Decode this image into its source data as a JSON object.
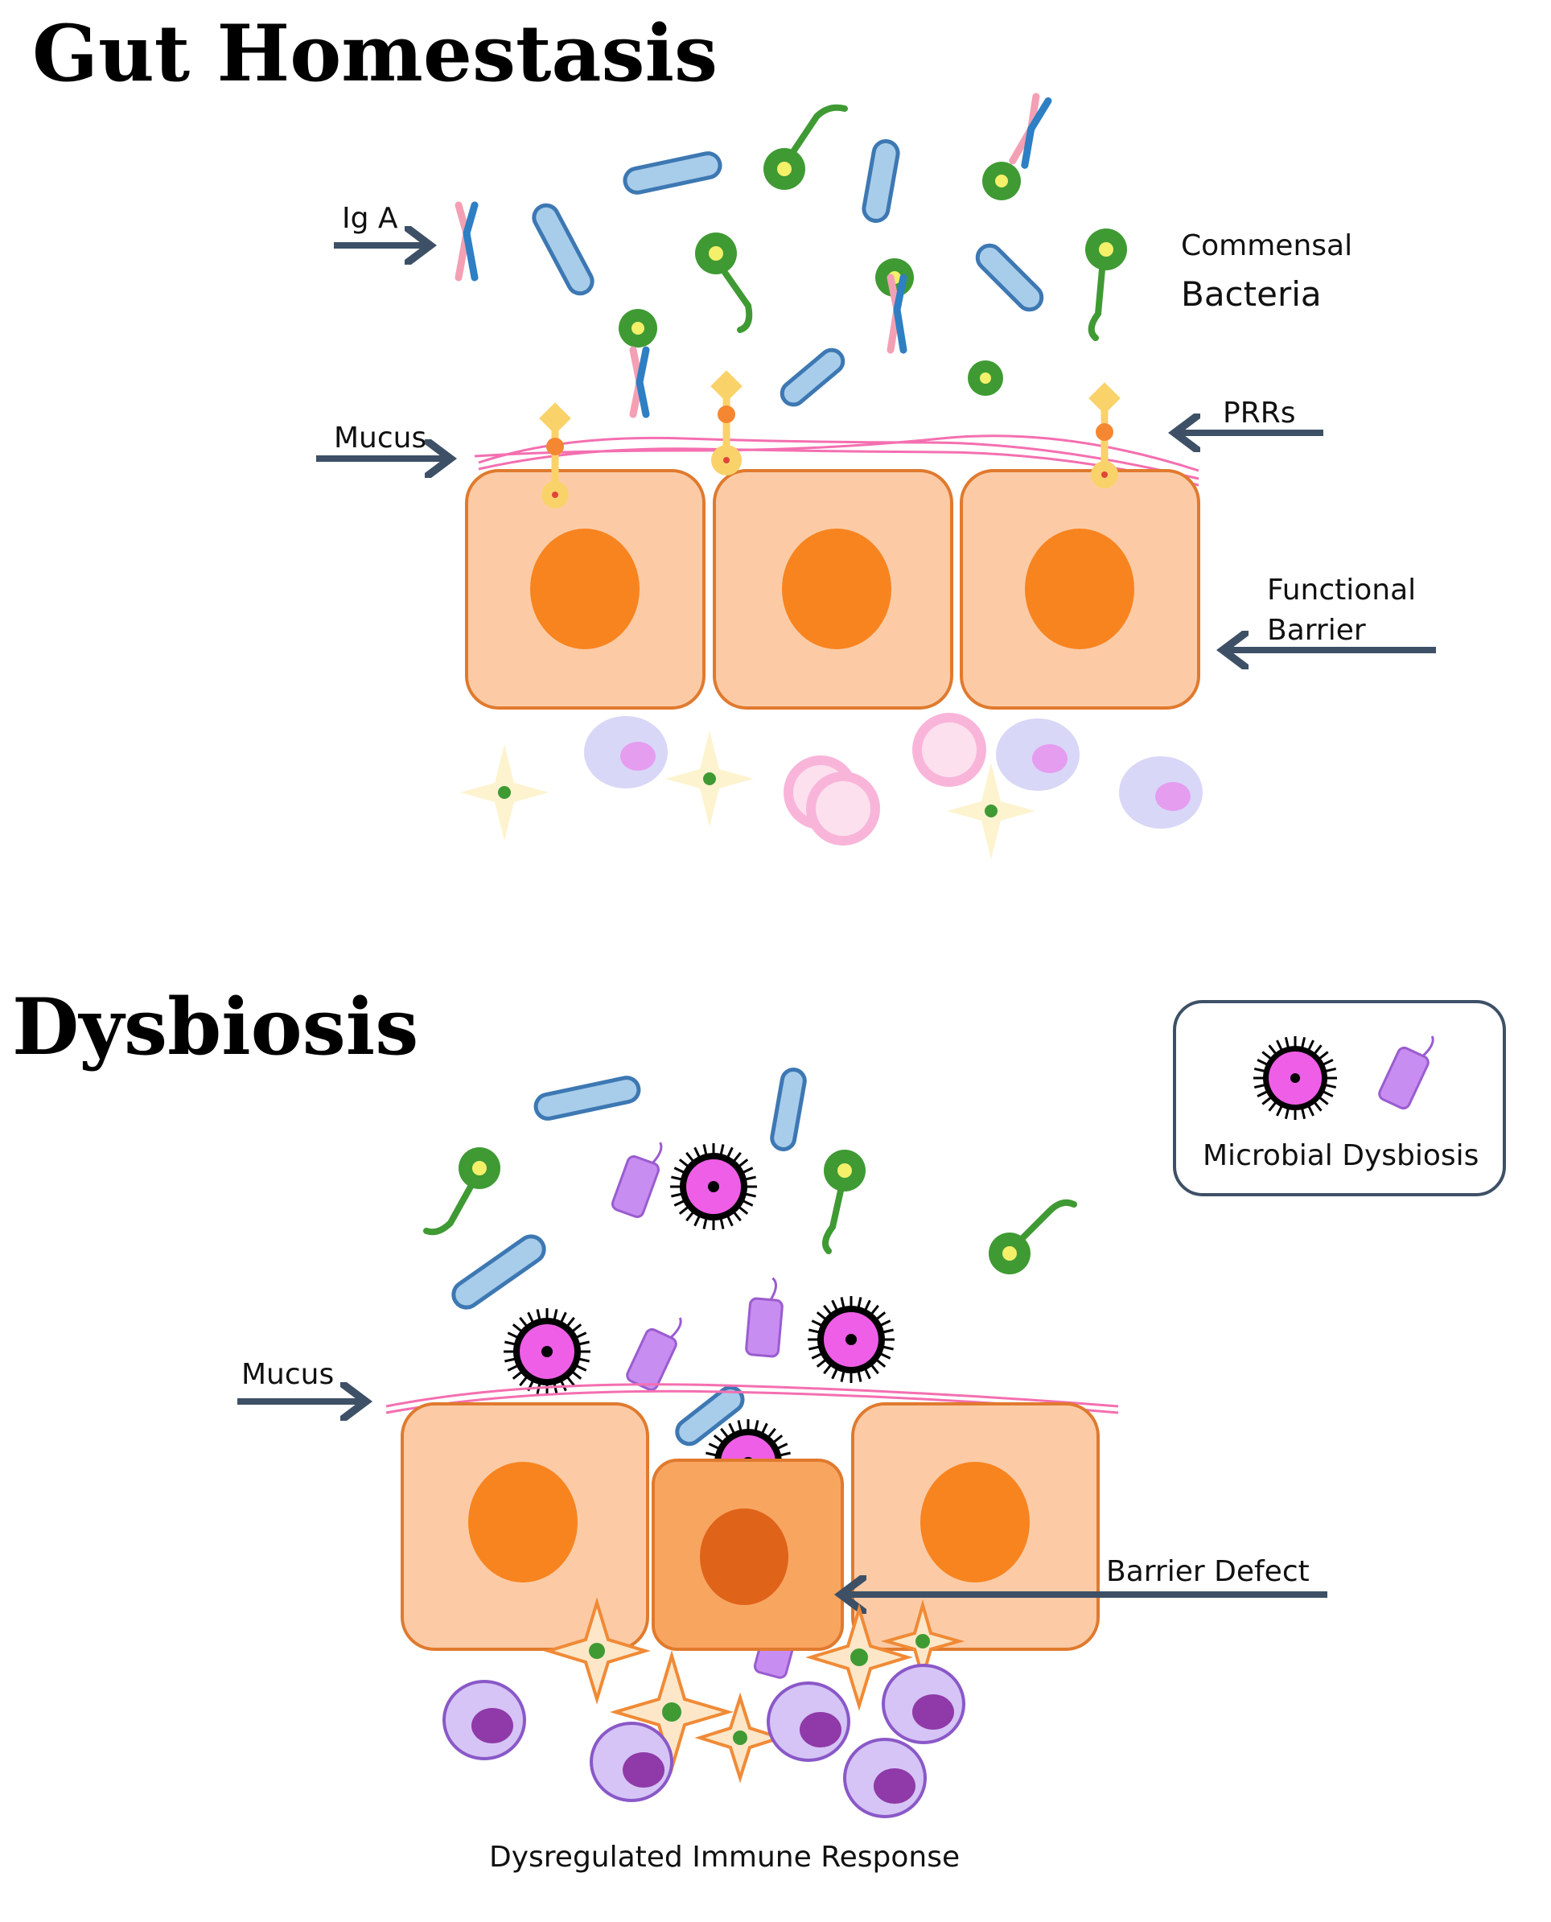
{
  "top": {
    "title": "Gut Homestasis",
    "labels": {
      "iga": "Ig A",
      "commensal_line1": "Commensal",
      "commensal_line2": "Bacteria",
      "mucus": "Mucus",
      "prrs": "PRRs",
      "functional_line1": "Functional",
      "functional_line2": "Barrier"
    }
  },
  "bottom": {
    "title": "Dysbiosis",
    "legend": {
      "label": "Microbial Dysbiosis"
    },
    "labels": {
      "mucus": "Mucus",
      "barrier_defect": "Barrier Defect",
      "immune": "Dysregulated Immune Response"
    }
  },
  "colors": {
    "cell_fill": "#fccba6",
    "cell_stroke": "#e07a2e",
    "nucleus": "#f8841f",
    "rod": "#a8cdea",
    "rod_stroke": "#3d78b3",
    "green_bacteria": "#3f9a33",
    "dysbiosis_pink": "#ef5ee6",
    "dysbiosis_purple": "#c88df0",
    "arrow": "#3d5066",
    "mucus": "#f46fb0"
  }
}
